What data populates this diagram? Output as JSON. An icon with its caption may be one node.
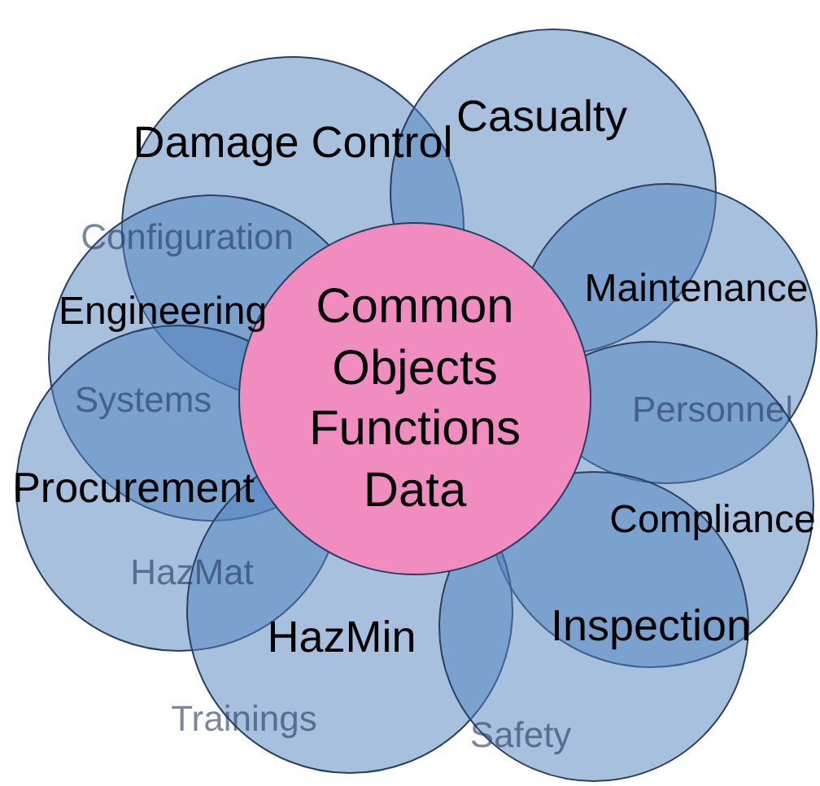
{
  "diagram": {
    "nodes": [
      {
        "text": [
          "Damage Control"
        ]
      },
      {
        "text": [
          "Casualty"
        ]
      },
      {
        "text": [
          "Maintenance"
        ]
      },
      {
        "text": [
          "Engineering"
        ]
      },
      {
        "text": [
          "Procurement"
        ]
      },
      {
        "text": [
          "Compliance"
        ]
      },
      {
        "text": [
          "HazMin"
        ]
      },
      {
        "text": [
          "Inspection"
        ]
      },
      {
        "text": [
          "Common Objects Functions Data"
        ]
      }
    ],
    "labels": [
      "Configuration",
      "Personnel",
      "Systems",
      "HazMat",
      "Trainings",
      "Safety"
    ]
  }
}
